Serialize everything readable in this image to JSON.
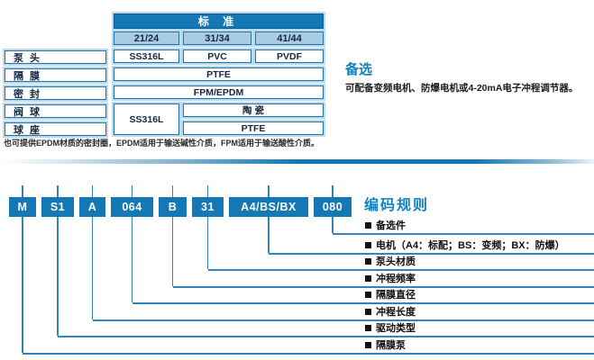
{
  "table": {
    "header": "标 准",
    "columns": [
      "21/24",
      "31/34",
      "41/44"
    ],
    "row_labels": [
      "泵 头",
      "隔 膜",
      "密 封",
      "阀 球",
      "球 座"
    ],
    "cells": {
      "pump_head": [
        "SS316L",
        "PVC",
        "PVDF"
      ],
      "diaphragm": "PTFE",
      "seal": "FPM/EPDM",
      "valve_col1": "SS316L",
      "valve_ball": "陶 瓷",
      "ball_seat": "PTFE"
    },
    "note": "也可提供EPDM材质的密封圈，EPDM适用于输送碱性介质，FPM适用于输送酸性介质。"
  },
  "optional": {
    "title": "备选",
    "body": "可配备变频电机、防爆电机或4-20mA电子冲程调节器。"
  },
  "coding": {
    "title": "编码规则",
    "codes": [
      "M",
      "S1",
      "A",
      "064",
      "B",
      "31",
      "A4/BS/BX",
      "080"
    ],
    "labels": [
      "备选件",
      "电机（A4：标配；BS：变频；BX：防爆）",
      "泵头材质",
      "冲程频率",
      "隔膜直径",
      "冲程长度",
      "驱动类型",
      "隔膜泵"
    ]
  },
  "colors": {
    "accent_blue": "#1478b5",
    "light_blue_fill": "#a9cce4",
    "outline_light_blue": "#bdd9ec",
    "line_blue": "#2e86ba",
    "heading_blue": "#1181c0"
  }
}
